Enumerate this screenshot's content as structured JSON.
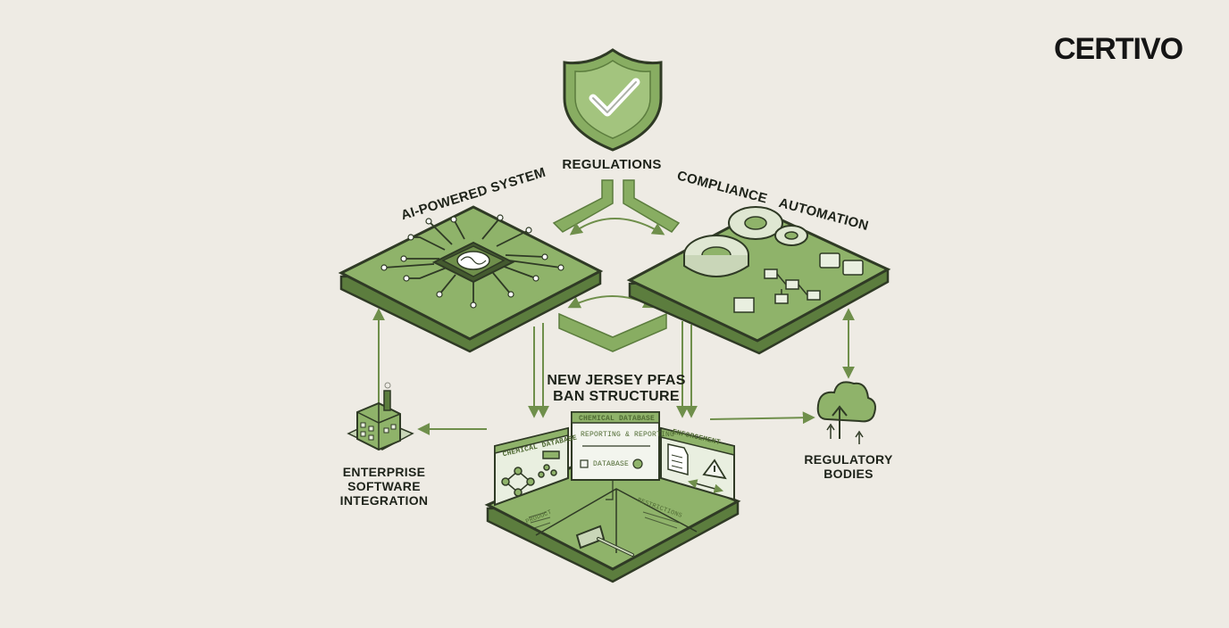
{
  "brand": {
    "logo_text": "CERTIVO"
  },
  "nodes": {
    "regulations": "REGULATIONS",
    "ai_system": "AI-POWERED SYSTEM",
    "compliance_automation_1": "COMPLIANCE",
    "compliance_automation_2": "AUTOMATION",
    "nj_line1": "NEW JERSEY PFAS",
    "nj_line2": "BAN STRUCTURE",
    "enterprise_line1": "ENTERPRISE",
    "enterprise_line2": "SOFTWARE",
    "enterprise_line3": "INTEGRATION",
    "regulatory_line1": "REGULATORY",
    "regulatory_line2": "BODIES"
  },
  "panels": {
    "left": "CHEMICAL DATABASE",
    "center": "CHEMICAL DATABASE",
    "center_row1": "REPORTING & REPORTING",
    "center_row2": "DATABASE",
    "right": "ENFORCEMENT",
    "floor_left": "PRODUCT",
    "floor_right": "RESTRICTIONS"
  },
  "colors": {
    "background": "#eeebe4",
    "platform_top": "#8fb36a",
    "platform_side": "#5c7d3e",
    "outline": "#2f3a25",
    "accent": "#6f8f4b"
  },
  "icons": [
    "shield-check-icon",
    "chip-icon",
    "gears-icon",
    "factory-icon",
    "cloud-icon",
    "gavel-icon",
    "document-icon",
    "warning-icon"
  ]
}
